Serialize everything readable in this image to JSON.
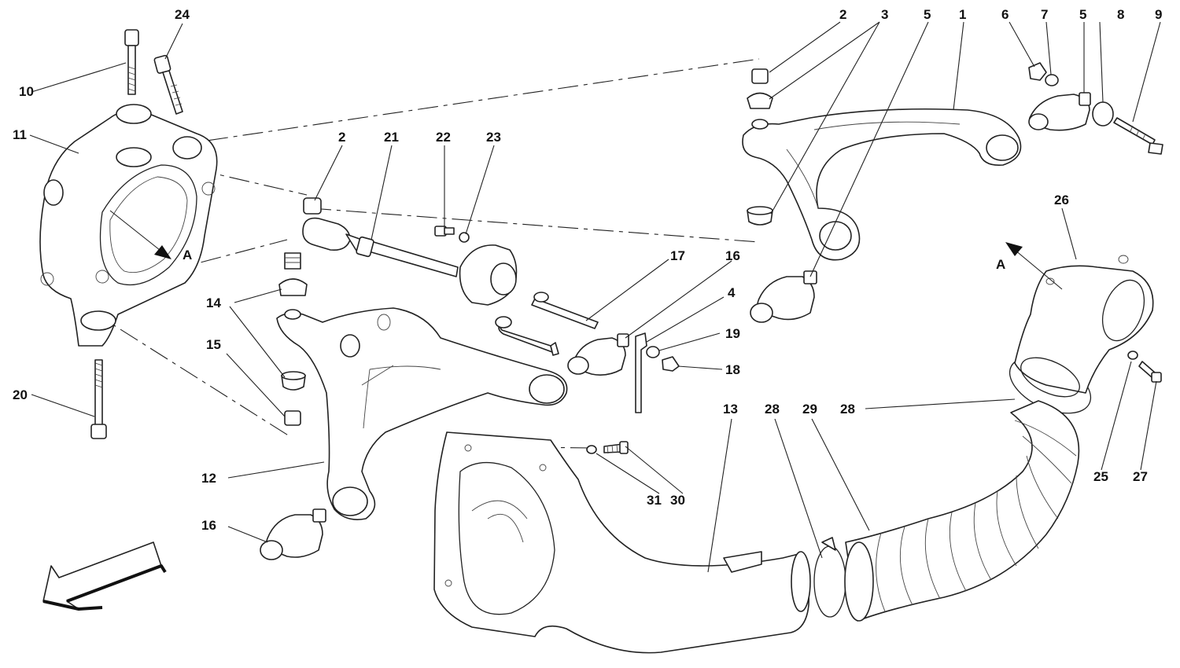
{
  "diagram": {
    "labels": {
      "l1": "1",
      "l2a": "2",
      "l2b": "2",
      "l3": "3",
      "l4": "4",
      "l5a": "5",
      "l5b": "5",
      "l6": "6",
      "l7": "7",
      "l8": "8",
      "l9": "9",
      "l10": "10",
      "l11": "11",
      "l12": "12",
      "l13": "13",
      "l14": "14",
      "l15": "15",
      "l16a": "16",
      "l16b": "16",
      "l17": "17",
      "l18": "18",
      "l19": "19",
      "l20": "20",
      "l21": "21",
      "l22": "22",
      "l23": "23",
      "l24": "24",
      "l25": "25",
      "l26": "26",
      "l27": "27",
      "l28a": "28",
      "l28b": "28",
      "l29": "29",
      "l30": "30",
      "l31": "31"
    },
    "view_markers": {
      "left": "A",
      "right": "A"
    }
  }
}
